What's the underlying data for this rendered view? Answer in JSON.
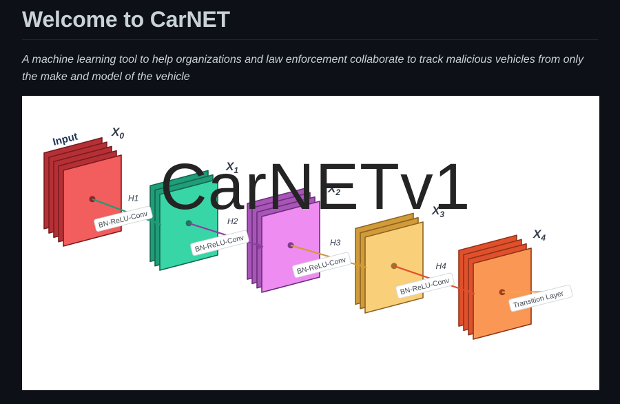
{
  "page": {
    "title": "Welcome to CarNET",
    "tagline": "A machine learning tool to help organizations and law enforcement collaborate to track malicious vehicles from only the make and model of the vehicle"
  },
  "figure": {
    "overlay_title": "CarNETv1",
    "input_label": "Input",
    "blocks": [
      {
        "label": "X0",
        "base": "X",
        "sub": "0",
        "colors": {
          "front": "#f25d5d",
          "back": "#b53035",
          "edge": "#7a1a1e"
        }
      },
      {
        "label": "X1",
        "base": "X",
        "sub": "1",
        "colors": {
          "front": "#38d6a6",
          "back": "#1f9c78",
          "edge": "#14664e"
        }
      },
      {
        "label": "X2",
        "base": "X",
        "sub": "2",
        "colors": {
          "front": "#ee8cf2",
          "back": "#a855b8",
          "edge": "#6b2e7a"
        }
      },
      {
        "label": "X3",
        "base": "X",
        "sub": "3",
        "colors": {
          "front": "#f9cf79",
          "back": "#d29b3a",
          "edge": "#8c6420"
        }
      },
      {
        "label": "X4",
        "base": "X",
        "sub": "4",
        "colors": {
          "front": "#fb9755",
          "back": "#e0502c",
          "edge": "#8f3318"
        }
      }
    ],
    "connectors": [
      {
        "label": "H1",
        "sub_label": "BN-ReLU-Conv",
        "color": "#1f9c78"
      },
      {
        "label": "H2",
        "sub_label": "BN-ReLU-Conv",
        "color": "#8e3e9e"
      },
      {
        "label": "H3",
        "sub_label": "BN-ReLU-Conv",
        "color": "#d29b3a"
      },
      {
        "label": "H4",
        "sub_label": "BN-ReLU-Conv",
        "color": "#e0502c"
      }
    ],
    "transition_label": "Transition Layer",
    "transition_color": "#f4a04f"
  }
}
